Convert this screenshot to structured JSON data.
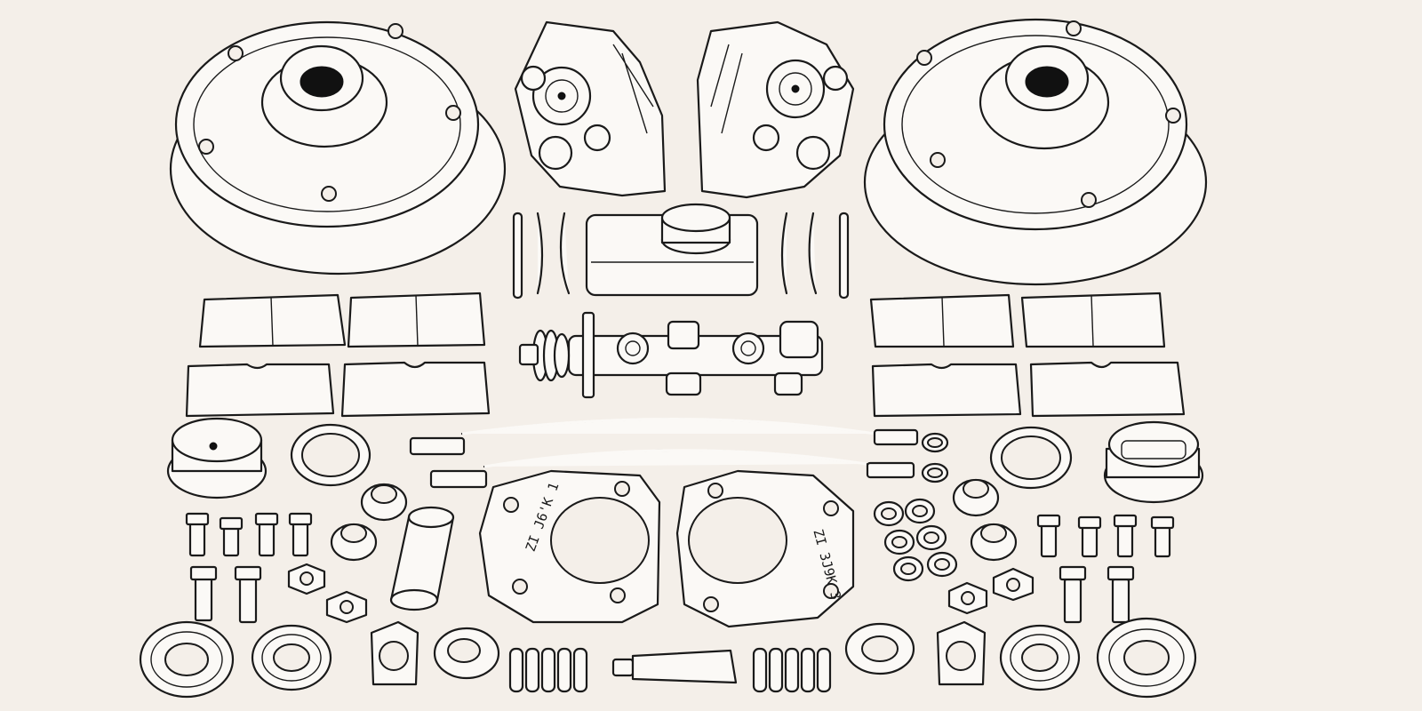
{
  "illustration": {
    "background": "#f4efe9",
    "ink": "#1a1a1a",
    "parts": {
      "brake_discs": 2,
      "calipers": 2,
      "master_cylinder": 1,
      "fluid_reservoir": 1,
      "brake_pads": 8,
      "brake_hoses": 2,
      "caliper_brackets": 2,
      "bearings": 4,
      "dust_caps": 2
    }
  }
}
